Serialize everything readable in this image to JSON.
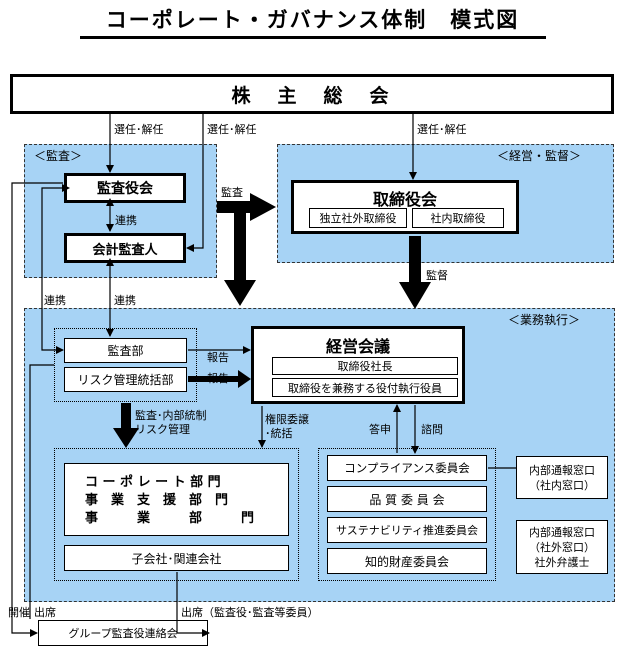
{
  "title": "コーポレート・ガバナンス体制　模式図",
  "shareholders": "株　主　総　会",
  "regions": {
    "audit": "＜監査＞",
    "management_supervision": "＜経営・監督＞",
    "business_execution": "＜業務執行＞"
  },
  "boxes": {
    "audit_board": "監査役会",
    "accounting_auditor": "会計監査人",
    "board_of_directors": "取締役会",
    "independent_outside_directors": "独立社外取締役",
    "internal_directors": "社内取締役",
    "management_council": "経営会議",
    "president_director": "取締役社長",
    "executive_officers": "取締役を兼務する役付執行役員",
    "audit_dept": "監査部",
    "risk_management_dept": "リスク管理統括部",
    "departments": [
      "コ ー ポ レ ー ト 部 門",
      "事　業　支　援　部　門",
      "事　　　業　　　部　　　門"
    ],
    "subsidiaries": "子会社･関連会社",
    "compliance_committee": "コンプライアンス委員会",
    "quality_committee": "品 質 委 員 会",
    "sustainability_committee": "サステナビリティ推進委員会",
    "ip_committee": "知的財産委員会",
    "internal_whistleblow_internal": [
      "内部通報窓口",
      "（社内窓口）"
    ],
    "internal_whistleblow_external": [
      "内部通報窓口",
      "（社外窓口）",
      "社外弁護士"
    ],
    "group_auditor_meeting": "グループ監査役連絡会"
  },
  "labels": {
    "elect_dismiss_1": "選任･解任",
    "elect_dismiss_2": "選任･解任",
    "elect_dismiss_3": "選任･解任",
    "cooperation_1": "連携",
    "cooperation_2": "連携",
    "cooperation_3": "連携",
    "audit": "監査",
    "supervision": "監督",
    "report_1": "報告",
    "report_2": "報告",
    "audit_internal_control": "監査･内部統制",
    "risk_management": "リスク管理",
    "delegation": "権限委譲",
    "supervision_control": "･統括",
    "report_reply": "答申",
    "consultation": "諮問",
    "host": "開催",
    "attend": "出席",
    "attend_auditors": "出席（監査役･監査等委員）"
  }
}
